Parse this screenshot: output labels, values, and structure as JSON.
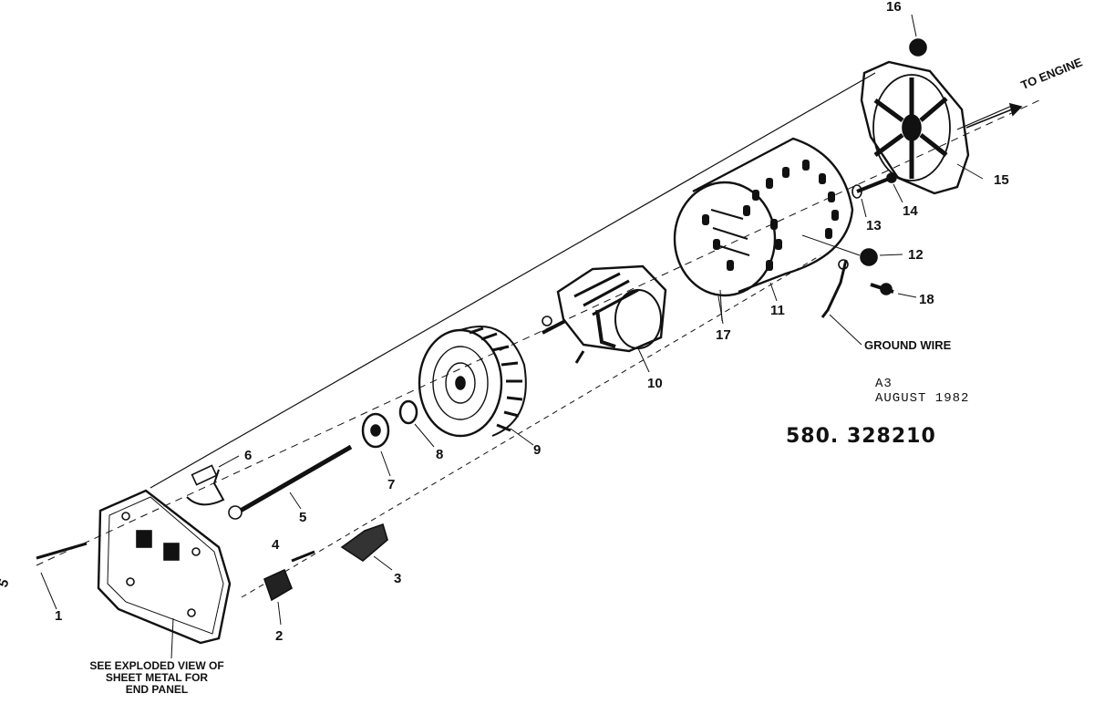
{
  "callouts": {
    "c1": "1",
    "c2": "2",
    "c3": "3",
    "c4": "4",
    "c5": "5",
    "c6": "6",
    "c7": "7",
    "c8": "8",
    "c9": "9",
    "c10": "10",
    "c11": "11",
    "c12": "12",
    "c13": "13",
    "c14": "14",
    "c15": "15",
    "c16": "16",
    "c17": "17",
    "c18": "18"
  },
  "labels": {
    "to_engine": "TO ENGINE",
    "ground_wire": "GROUND WIRE",
    "left_edge_mark": "5"
  },
  "note": {
    "line1": "SEE EXPLODED VIEW OF",
    "line2": "SHEET METAL FOR",
    "line3": "END PANEL"
  },
  "stamp": {
    "code": "A3",
    "date": "AUGUST 1982"
  },
  "part_number": "580. 328210"
}
